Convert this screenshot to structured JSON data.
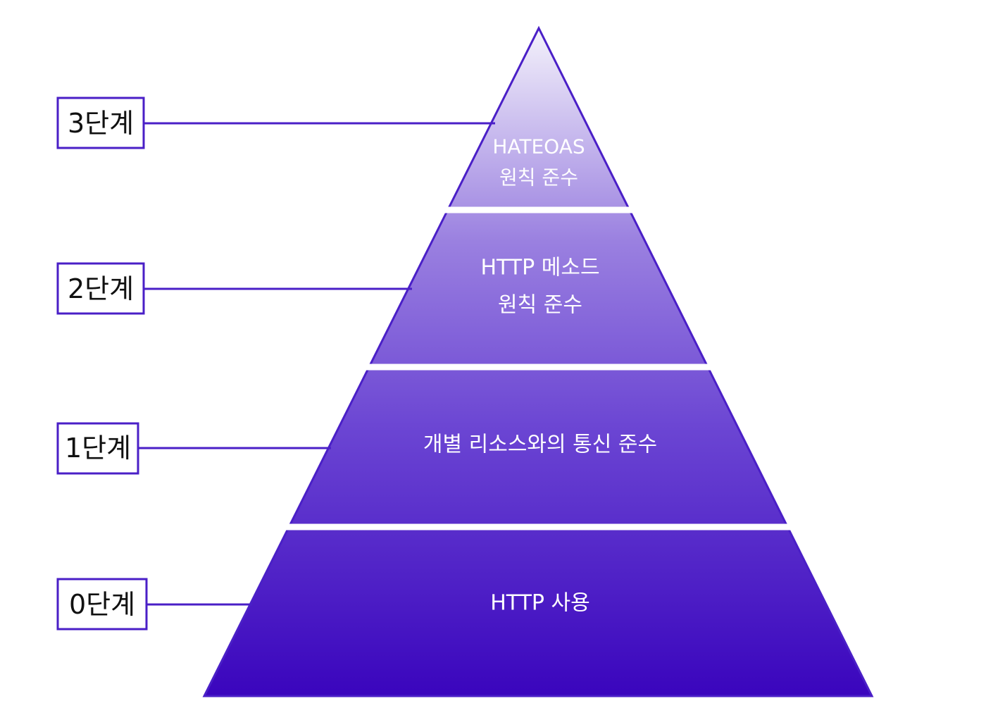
{
  "colors": {
    "outline": "#4a1fc7",
    "separator": "#ffffff",
    "label_border": "#4a1fc7",
    "label_text": "#111111",
    "tier_text": "#ffffff",
    "gradient_top": "#f4f2fb",
    "gradient_upper_mid": "#9a80e0",
    "gradient_lower_mid": "#6b45d3",
    "gradient_bottom": "#3a05bd"
  },
  "levels": [
    {
      "label": "3단계",
      "lines": [
        "HATEOAS",
        "원칙 준수"
      ]
    },
    {
      "label": "2단계",
      "lines": [
        "HTTP 메소드",
        "원칙 준수"
      ]
    },
    {
      "label": "1단계",
      "lines": [
        "개별 리소스와의 통신 준수"
      ]
    },
    {
      "label": "0단계",
      "lines": [
        "HTTP 사용"
      ]
    }
  ]
}
